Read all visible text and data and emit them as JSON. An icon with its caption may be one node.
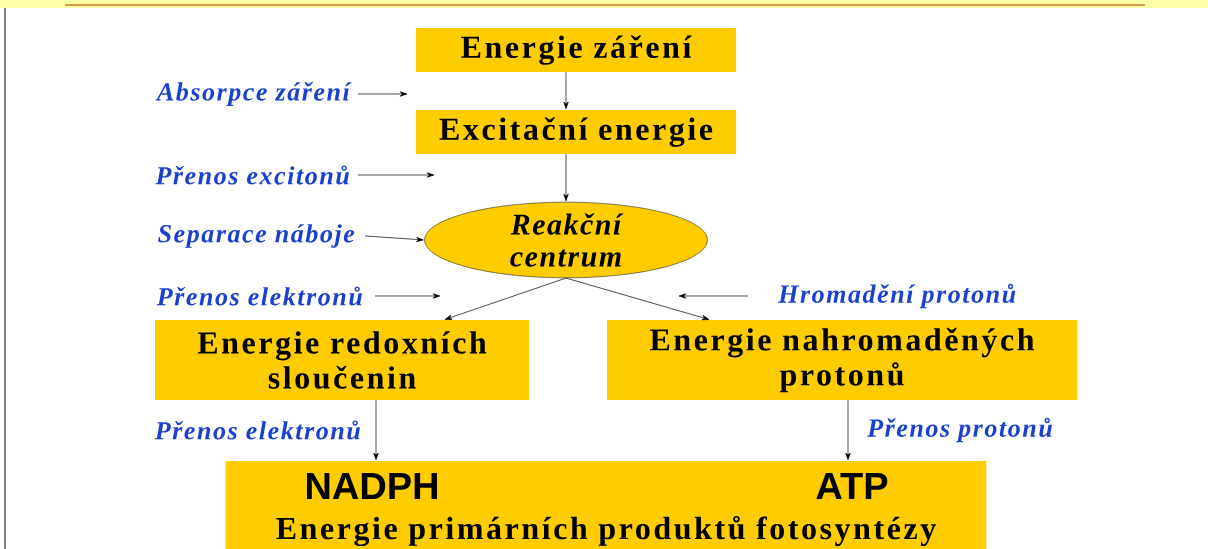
{
  "diagram": {
    "nodes": [
      {
        "text": [
          "Energie záření"
        ]
      },
      {
        "text": [
          "Absorpce záření"
        ]
      },
      {
        "text": [
          "Excitační energie"
        ]
      },
      {
        "text": [
          "Přenos excitonů"
        ]
      },
      {
        "text": [
          "Reakční centrum"
        ]
      },
      {
        "text": [
          "Separace náboje"
        ]
      },
      {
        "text": [
          "Přenos elektronů"
        ]
      },
      {
        "text": [
          "Hromadění protonů"
        ]
      },
      {
        "text": [
          "Energie redoxních sloučenin"
        ]
      },
      {
        "text": [
          "Energie nahromaděných protonů"
        ]
      },
      {
        "text": [
          "NADPH",
          "ATP",
          "Energie primárních produktů fotosyntézy"
        ]
      }
    ],
    "edges": [
      {
        "from": 0,
        "to": 2,
        "arrow": "to"
      },
      {
        "from": 1,
        "to": null,
        "arrow": "to"
      },
      {
        "from": 2,
        "to": 4,
        "arrow": "to"
      },
      {
        "from": 3,
        "to": null,
        "arrow": "to"
      },
      {
        "from": 5,
        "to": 4,
        "arrow": "to"
      },
      {
        "from": 4,
        "to": 8,
        "arrow": "to"
      },
      {
        "from": 4,
        "to": 9,
        "arrow": "to"
      },
      {
        "from": 6,
        "to": null,
        "arrow": "to"
      },
      {
        "from": 7,
        "to": null,
        "arrow": "to"
      },
      {
        "from": 8,
        "to": 10,
        "arrow": "to",
        "label": "Přenos elektronů"
      },
      {
        "from": 9,
        "to": 10,
        "arrow": "to",
        "label": "Přenos protonů"
      }
    ]
  }
}
